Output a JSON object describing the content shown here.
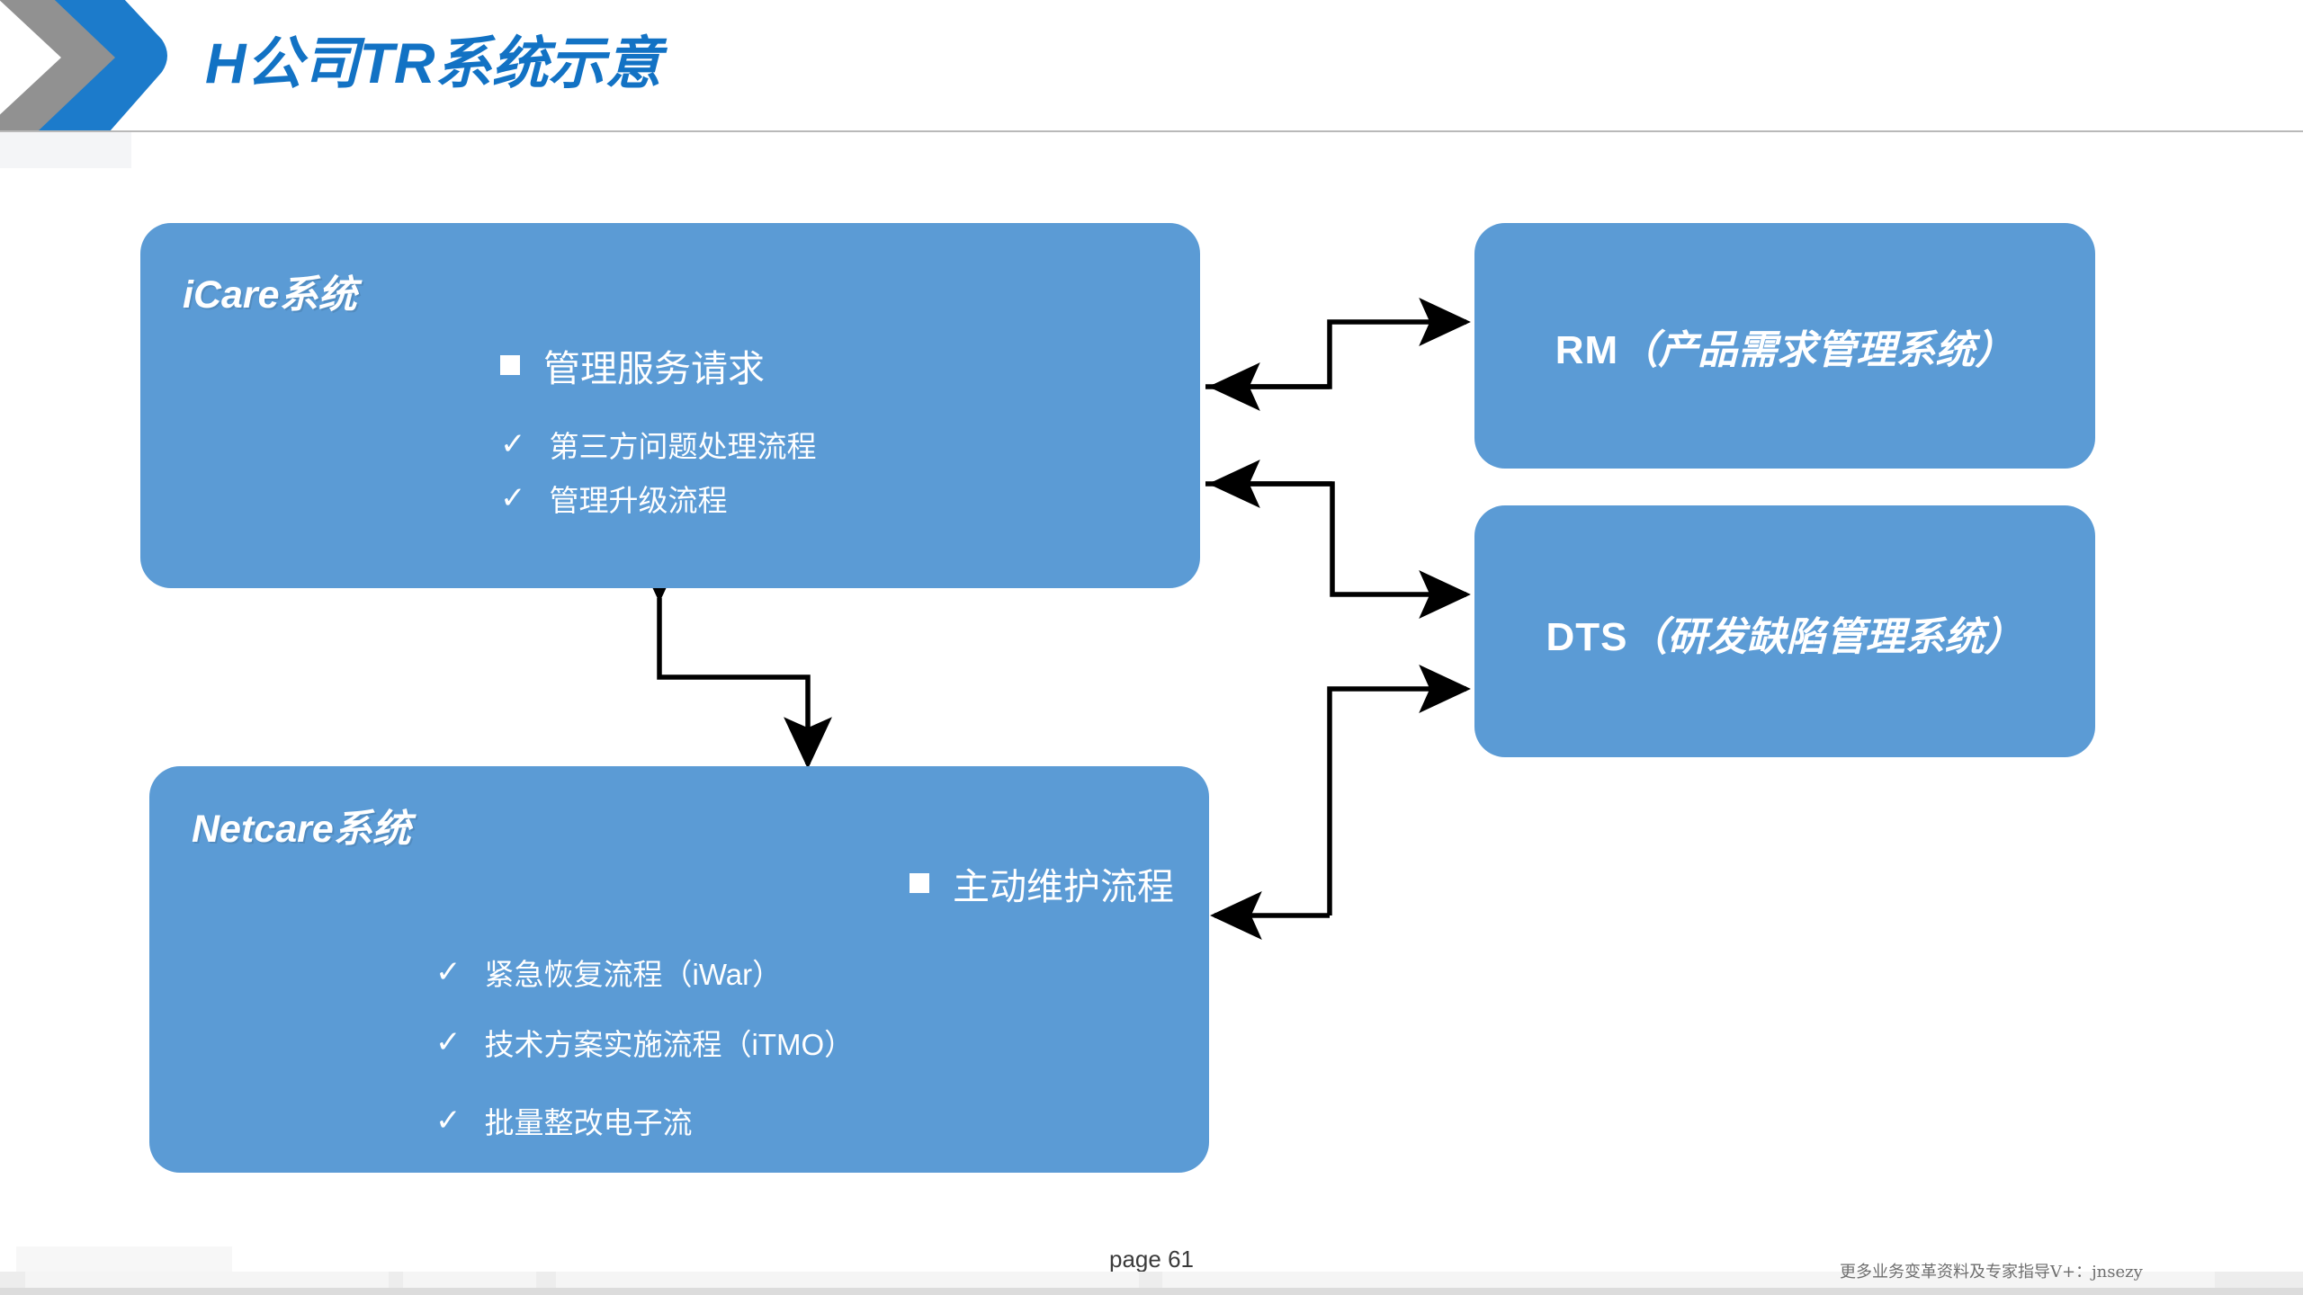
{
  "header": {
    "title": "H公司TR系统示意",
    "title_color": "#1272C4",
    "chevron_front_color": "#1C7BCB",
    "chevron_back_color": "#919191"
  },
  "theme": {
    "box_fill": "#5B9BD5",
    "box_text": "#FFFFFF",
    "connector_color": "#000000",
    "page_background": "#FFFFFF"
  },
  "boxes": {
    "icare": {
      "name": "iCare系统",
      "title_latin": "iCare",
      "title_cjk": "系统",
      "main_item": "管理服务请求",
      "main_bullet": "square-bullet",
      "sub_items": [
        "第三方问题处理流程",
        "管理升级流程"
      ],
      "sub_bullet": "check-icon"
    },
    "netcare": {
      "name": "Netcare系统",
      "title_latin": "Netcare",
      "title_cjk": "系统",
      "main_item": "主动维护流程",
      "main_bullet": "square-bullet",
      "sub_items": [
        "紧急恢复流程（iWar）",
        "技术方案实施流程（iTMO）",
        "批量整改电子流"
      ],
      "sub_bullet": "check-icon"
    },
    "rm": {
      "label_latin": "RM",
      "label_cjk": "（产品需求管理系统）",
      "full_label": "RM（产品需求管理系统）"
    },
    "dts": {
      "label_latin": "DTS",
      "label_cjk": "（研发缺陷管理系统）",
      "full_label": "DTS（研发缺陷管理系统）"
    }
  },
  "connectors": [
    {
      "id": "icare-to-rm",
      "from": "icare",
      "to": "rm",
      "direction": "forward",
      "shape": "elbow"
    },
    {
      "id": "rm-to-icare",
      "from": "rm",
      "to": "icare",
      "direction": "backward",
      "shape": "elbow"
    },
    {
      "id": "icare-netcare",
      "from": "icare",
      "to": "netcare",
      "direction": "both",
      "shape": "z-vertical"
    },
    {
      "id": "dts-to-icare",
      "from": "dts",
      "to": "icare",
      "direction": "backward",
      "shape": "elbow"
    },
    {
      "id": "icare-to-dts",
      "from": "icare",
      "to": "dts",
      "direction": "forward",
      "shape": "elbow"
    },
    {
      "id": "netcare-to-dts",
      "from": "netcare",
      "to": "dts",
      "direction": "both",
      "shape": "z-vertical"
    }
  ],
  "footer": {
    "page_label": "page 61",
    "watermark": "更多业务变革资料及专家指导V+：jnsezy"
  }
}
